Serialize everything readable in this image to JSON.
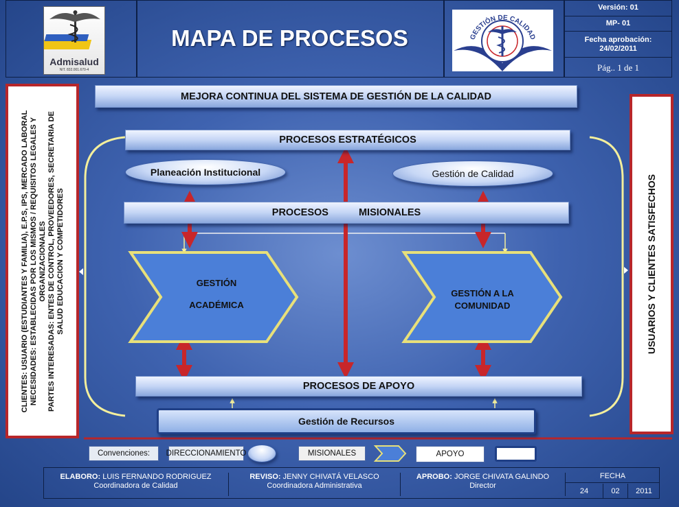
{
  "header": {
    "title": "MAPA DE PROCESOS",
    "left_logo_text": "Admisalud",
    "left_logo_nit": "NIT. 832.001.670-4",
    "right_logo_text": "GESTIÓN DE CALIDAD",
    "version": "Versión: 01",
    "code": "MP- 01",
    "approval_label": "Fecha aprobación:",
    "approval_date": "24/02/2011",
    "page": "Pág.. 1 de 1"
  },
  "left_panel": {
    "lines": [
      "CLIENTES: USUARIO (ESTUDIANTES  Y FAMILIA), E.P.S, IPS, MERCADO LABORAL",
      "NECESIDADES: ESTABLECIDAS POR LOS MISMOS / REQUISITOS LEGALES Y",
      "ORGANIZACIONALES",
      "PARTES INTERESADAS: ENTES DE CONTROL, PROVEEDORES, SECRETARIA DE",
      "SALUD EDUCACION Y COMPETIDORES"
    ]
  },
  "right_panel": {
    "text": "USUARIOS Y CLIENTES SATISFECHOS"
  },
  "diagram": {
    "mejora": "MEJORA CONTINUA DEL SISTEMA DE GESTIÓN DE LA CALIDAD",
    "estrategicos": "PROCESOS ESTRATÉGICOS",
    "planeacion": "Planeación  Institucional",
    "gestion_calidad": "Gestión de Calidad",
    "misionales_a": "PROCESOS",
    "misionales_b": "MISIONALES",
    "academica_1": "GESTIÓN",
    "academica_2": "ACADÉMICA",
    "comunidad_1": "GESTIÓN A LA",
    "comunidad_2": "COMUNIDAD",
    "apoyo": "PROCESOS DE APOYO",
    "recursos": "Gestión de Recursos"
  },
  "legend": {
    "title": "Convenciones:",
    "direccionamiento": "DIRECCIONAMIENTO",
    "misionales": "MISIONALES",
    "apoyo": "APOYO"
  },
  "footer": {
    "elaboro_label": "ELABORO:",
    "elaboro_name": "LUIS FERNANDO RODRIGUEZ",
    "elaboro_role": "Coordinadora de Calidad",
    "reviso_label": "REVISO:",
    "reviso_name": "JENNY CHIVATÁ VELASCO",
    "reviso_role": "Coordinadora Administrativa",
    "aprobo_label": "APROBO:",
    "aprobo_name": "JORGE CHIVATA GALINDO",
    "aprobo_role": "Director",
    "fecha_label": "FECHA",
    "day": "24",
    "month": "02",
    "year": "2011"
  },
  "colors": {
    "arrow_red": "#c8262a",
    "frame_red": "#b7262a",
    "bracket_yellow": "#f4ef9c",
    "chevron_border": "#e8e07a"
  }
}
